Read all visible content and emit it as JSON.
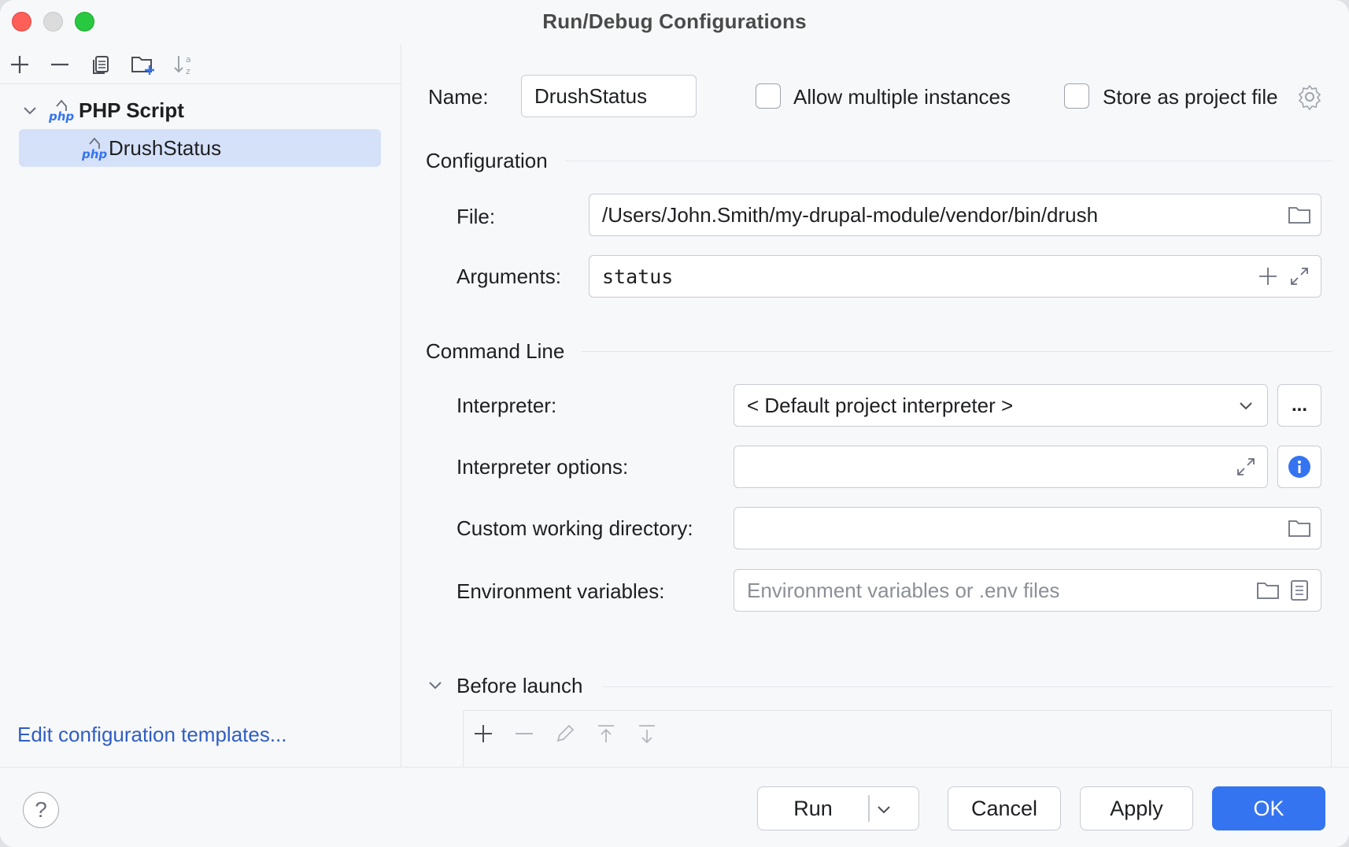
{
  "window": {
    "title": "Run/Debug Configurations"
  },
  "left": {
    "toolbar": [
      "add-icon",
      "remove-icon",
      "copy-icon",
      "new-folder-icon",
      "sort-icon"
    ],
    "tree": {
      "parent_label": "PHP Script",
      "child_label": "DrushStatus",
      "icon_text": "php"
    },
    "edit_templates": "Edit configuration templates..."
  },
  "form": {
    "name_label": "Name:",
    "name_value": "DrushStatus",
    "allow_multiple": "Allow multiple instances",
    "store_project": "Store as project file",
    "configuration_title": "Configuration",
    "file_label": "File:",
    "file_value": "/Users/John.Smith/my-drupal-module/vendor/bin/drush",
    "arguments_label": "Arguments:",
    "arguments_value": "status",
    "command_line_title": "Command Line",
    "interpreter_label": "Interpreter:",
    "interpreter_value": "< Default project interpreter >",
    "interpreter_more": "...",
    "interp_options_label": "Interpreter options:",
    "interp_options_value": "",
    "working_dir_label": "Custom working directory:",
    "working_dir_value": "",
    "env_label": "Environment variables:",
    "env_placeholder": "Environment variables or .env files",
    "before_launch_title": "Before launch"
  },
  "buttons": {
    "help": "?",
    "run": "Run",
    "cancel": "Cancel",
    "apply": "Apply",
    "ok": "OK"
  },
  "colors": {
    "accent": "#3574f0",
    "selection": "#d5e1f9",
    "link": "#2f5ec4",
    "info": "#3574f0"
  }
}
